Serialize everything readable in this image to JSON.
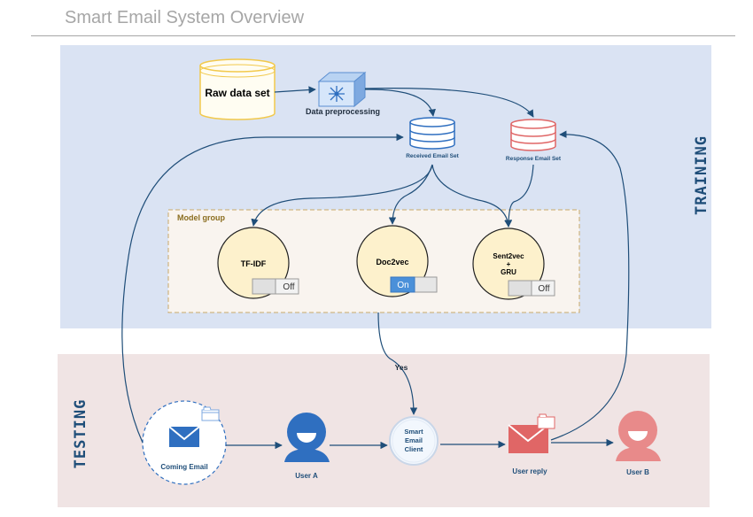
{
  "title": "Smart Email System Overview",
  "sections": {
    "training": "TRAINING",
    "testing": "TESTING"
  },
  "nodes": {
    "raw_data": "Raw data set",
    "preprocessing": "Data preprocessing",
    "received_set": "Received Email Set",
    "response_set": "Response Email Set",
    "coming_email": "Coming Email",
    "user_a": "User A",
    "smart_client": [
      "Smart",
      "Email",
      "Client"
    ],
    "user_reply": "User reply",
    "user_b": "User B"
  },
  "model_group": {
    "label": "Model group",
    "models": [
      {
        "name": [
          "TF-IDF"
        ],
        "toggle": "Off",
        "on": false
      },
      {
        "name": [
          "Doc2vec"
        ],
        "toggle": "On",
        "on": true
      },
      {
        "name": [
          "Sent2vec",
          "+",
          "GRU"
        ],
        "toggle": "Off",
        "on": false
      }
    ]
  },
  "edge_labels": {
    "yes": "Yes"
  },
  "colors": {
    "training_bg": "#dae3f3",
    "testing_bg": "#f0e4e4",
    "model_group_bg": "#f9f4ef",
    "model_circle": "#fdf1cc",
    "arrow": "#1f4e79",
    "blue_icon": "#2f6fc0",
    "red_icon": "#e06666",
    "toggle_on": "#4a90d9"
  }
}
